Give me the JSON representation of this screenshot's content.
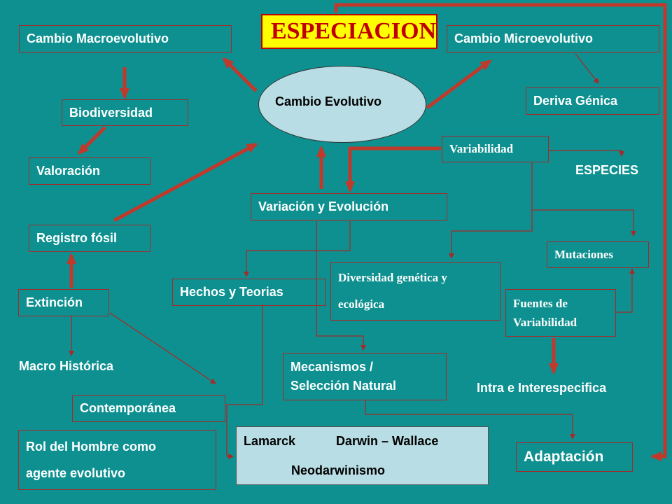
{
  "title": "ESPECIACION",
  "center": "Cambio Evolutivo",
  "boxes": {
    "macro": "Cambio Macroevolutivo",
    "micro": "Cambio Microevolutivo",
    "biodiversidad": "Biodiversidad",
    "deriva": "Deriva Génica",
    "valoracion": "Valoración",
    "variabilidad": "Variabilidad",
    "variacion": "Variación y Evolución",
    "registro": "Registro fósil",
    "mutaciones": "Mutaciones",
    "diversidad_1": "Diversidad genética y",
    "diversidad_2": "ecológica",
    "extincion": "Extinción",
    "hechos": "Hechos y Teorias",
    "fuentes_1": "Fuentes de",
    "fuentes_2": "Variabilidad",
    "mecanismos_1": "Mecanismos /",
    "mecanismos_2": "Selección Natural",
    "contemporanea": "Contemporánea",
    "rol_1": "Rol del Hombre como",
    "rol_2": "agente evolutivo",
    "adaptacion": "Adaptación"
  },
  "labels": {
    "especies": "ESPECIES",
    "macro_historica": "Macro Histórica",
    "intra": "Intra e Interespecifica"
  },
  "theories": {
    "lamarck": "Lamarck",
    "darwin": "Darwin – Wallace",
    "neo": "Neodarwinismo"
  },
  "colors": {
    "background": "#0e9090",
    "thick_arrow": "#c0392b",
    "thin_line": "#a52a2a",
    "title_bg": "#ffff00",
    "title_text": "#c00000",
    "ellipse": "#b8dde4"
  }
}
